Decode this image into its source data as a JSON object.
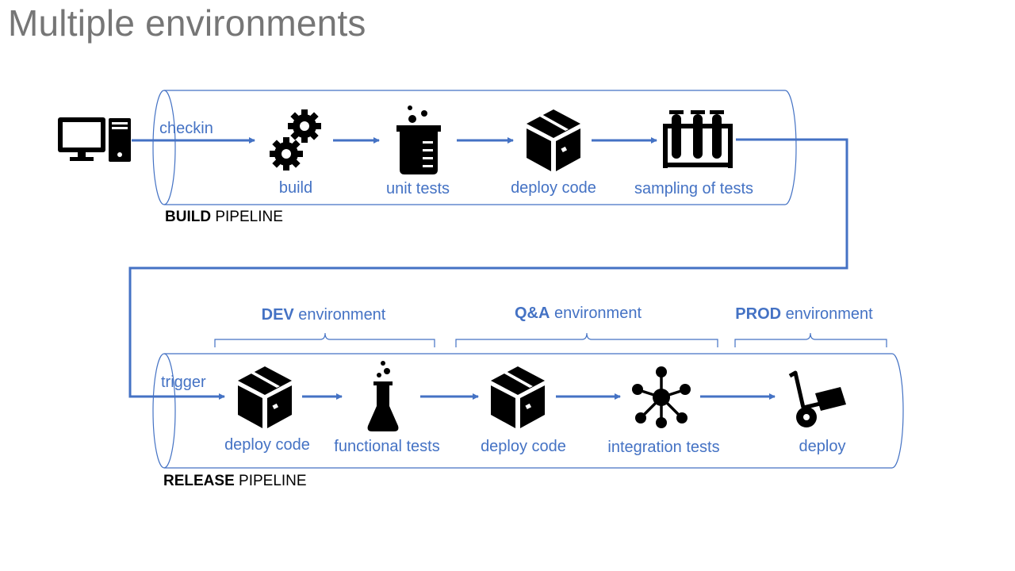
{
  "title": "Multiple environments",
  "build_pipeline": {
    "label_bold": "BUILD",
    "label_rest": "PIPELINE",
    "entry_label": "checkin",
    "steps": [
      {
        "label": "build",
        "icon": "gears-icon"
      },
      {
        "label": "unit tests",
        "icon": "beaker-icon"
      },
      {
        "label": "deploy code",
        "icon": "package-icon"
      },
      {
        "label": "sampling of tests",
        "icon": "test-tubes-icon"
      }
    ]
  },
  "release_pipeline": {
    "label_bold": "RELEASE",
    "label_rest": "PIPELINE",
    "entry_label": "trigger",
    "steps": [
      {
        "label": "deploy code",
        "icon": "package-icon"
      },
      {
        "label": "functional tests",
        "icon": "flask-icon"
      },
      {
        "label": "deploy code",
        "icon": "package-icon"
      },
      {
        "label": "integration tests",
        "icon": "network-hub-icon"
      },
      {
        "label": "deploy",
        "icon": "hand-truck-icon"
      }
    ],
    "environments": [
      {
        "name_bold": "DEV",
        "name_rest": " environment"
      },
      {
        "name_bold": "Q&A",
        "name_rest": " environment"
      },
      {
        "name_bold": "PROD",
        "name_rest": " environment"
      }
    ]
  },
  "source_icon": "desktop-computer-icon",
  "colors": {
    "accent": "#4472c4",
    "icon": "#000000",
    "title": "#767676"
  }
}
